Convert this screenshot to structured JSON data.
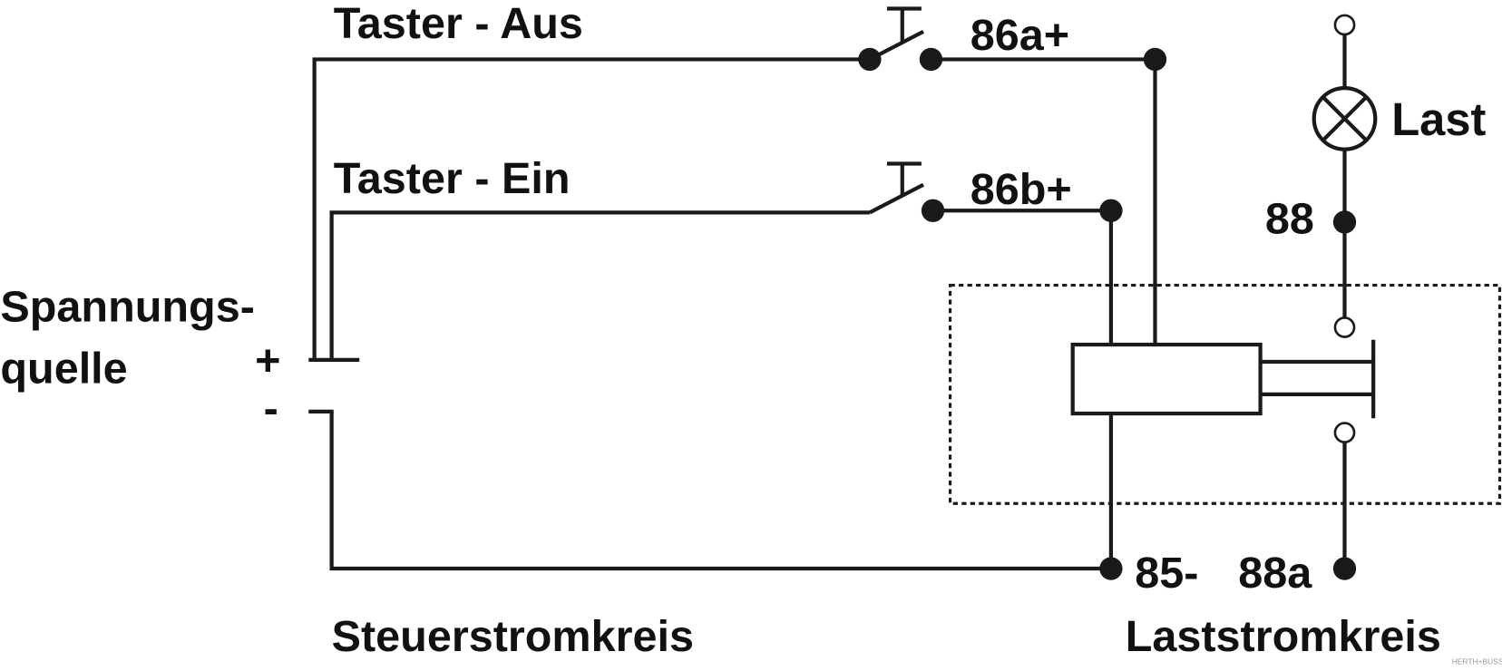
{
  "labels": {
    "taster_aus": "Taster - Aus",
    "taster_ein": "Taster - Ein",
    "terminal_86a": "86a+",
    "terminal_86b": "86b+",
    "last": "Last",
    "terminal_88": "88",
    "spannungsquelle_1": "Spannungs-",
    "spannungsquelle_2": "quelle",
    "plus": "+",
    "minus": "-",
    "terminal_85": "85-",
    "terminal_88a": "88a",
    "steuerstromkreis": "Steuerstromkreis",
    "laststromkreis": "Laststromkreis"
  },
  "watermark": "HERTH+BUSS",
  "colors": {
    "line": "#1a1a1a",
    "background": "#ffffff"
  }
}
